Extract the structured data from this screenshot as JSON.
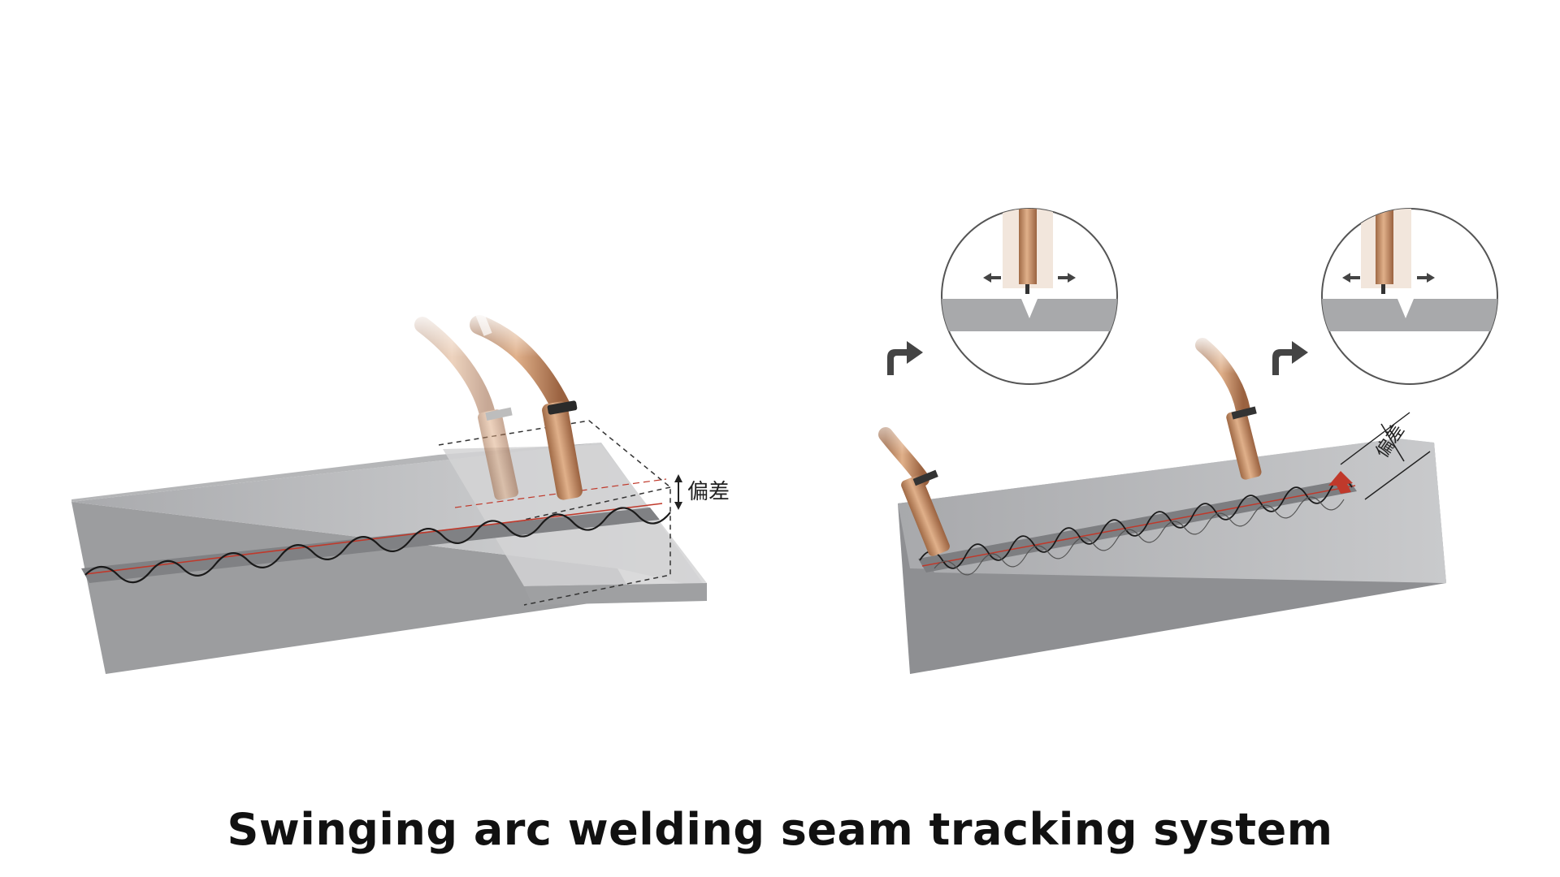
{
  "caption": "Swinging arc welding seam tracking system",
  "deviation_label_left": "偏差",
  "deviation_label_right": "偏差",
  "colors": {
    "plate_top": "#b9babc",
    "plate_side": "#8f9093",
    "copper": "#c8906a",
    "seam_line": "#c0392b",
    "weave": "#1a1a1a",
    "arrow": "#444444",
    "red_arrow": "#c0392b"
  },
  "icons": [
    "welding-torch-icon",
    "turn-arrow-icon",
    "magnifier-circle-icon",
    "left-right-arrow-icon",
    "v-groove-icon"
  ]
}
